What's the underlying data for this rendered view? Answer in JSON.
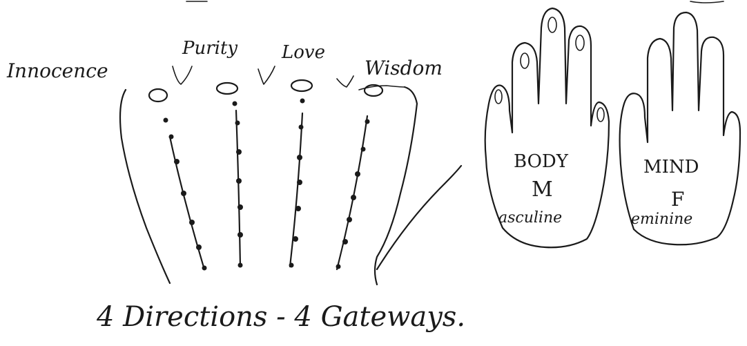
{
  "labels": {
    "innocence": "Innocence",
    "purity": "Purity",
    "love": "Love",
    "wisdom": "Wisdom"
  },
  "left_palm": {
    "top": "BODY",
    "letter": "M",
    "word": "asculine"
  },
  "right_palm": {
    "top": "MIND",
    "letter": "F",
    "word": "eminine"
  },
  "caption": "4 Directions - 4 Gateways."
}
